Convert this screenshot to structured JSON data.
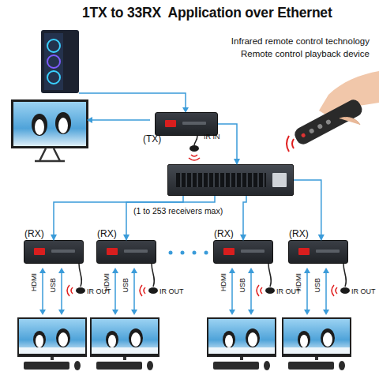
{
  "diagram": {
    "title": "1TX to 33RX  Application over Ethernet",
    "nodes": [
      {
        "text": [
          "(TX)"
        ]
      },
      {
        "text": [
          "(1 to 253 receivers max)"
        ]
      },
      {
        "text": [
          "(RX)"
        ]
      },
      {
        "text": [
          "(RX)"
        ]
      },
      {
        "text": [
          "(RX)"
        ]
      },
      {
        "text": [
          "(RX)"
        ]
      }
    ],
    "edges": [
      {
        "from": 0,
        "to": 1,
        "arrow": "to"
      },
      {
        "from": 1,
        "to": 2,
        "arrow": "to"
      },
      {
        "from": 1,
        "to": 3,
        "arrow": "to"
      },
      {
        "from": 1,
        "to": 4,
        "arrow": "to"
      },
      {
        "from": 1,
        "to": 5,
        "arrow": "to"
      }
    ],
    "labels": [
      "Infrared remote control technology",
      "Remote control playback device",
      "IR IN",
      "HDMI",
      "USB",
      "IR OUT",
      "HDMI",
      "USB",
      "IR OUT",
      "HDMI",
      "USB",
      "IR OUT",
      "HDMI",
      "USB",
      "IR OUT"
    ]
  }
}
